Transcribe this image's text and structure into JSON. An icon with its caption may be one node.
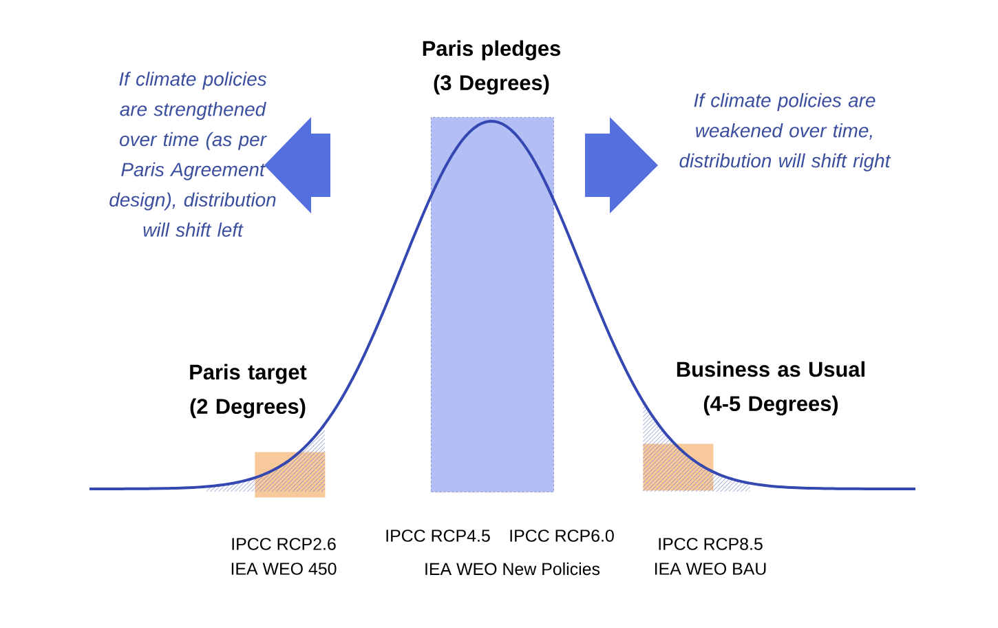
{
  "diagram": {
    "nodes": [
      {
        "text": [
          "Paris target (2 Degrees)"
        ],
        "beside": [
          "IPCC RCP2.6",
          "IEA WEO 450"
        ]
      },
      {
        "text": [
          "Paris pledges (3 Degrees)"
        ],
        "beside": [
          "IPCC RCP4.5",
          "IPCC RCP6.0",
          "IEA WEO New Policies"
        ]
      },
      {
        "text": [
          "Business as Usual (4-5 Degrees)"
        ],
        "beside": [
          "IPCC RCP8.5",
          "IEA WEO BAU"
        ]
      }
    ],
    "edges": [],
    "labels": [
      "If climate policies are strengthened over time (as per Paris Agreement design), distribution will shift left",
      "If climate policies are weakened over time, distribution will shift right"
    ]
  }
}
